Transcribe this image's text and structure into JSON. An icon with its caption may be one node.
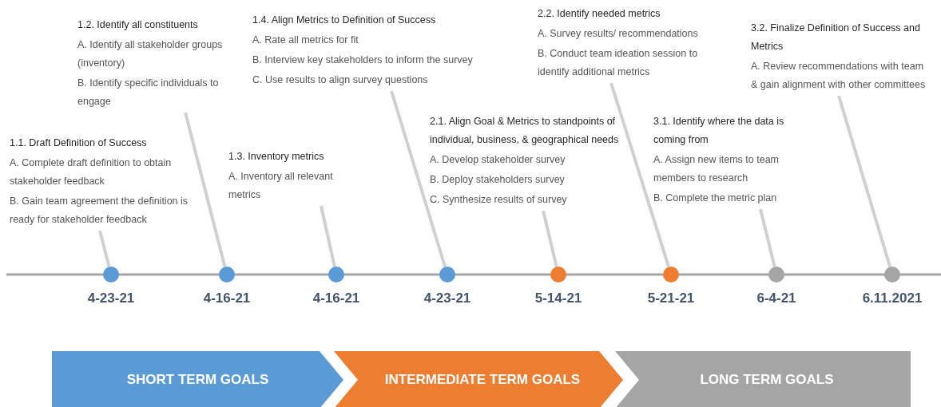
{
  "diagram": {
    "nodes": [
      {
        "text": [
          "1.1. Draft Definition of Success",
          "A. Complete draft definition to obtain stakeholder feedback",
          "B. Gain team agreement the definition is ready for stakeholder feedback"
        ]
      },
      {
        "text": [
          "1.2. Identify all constituents",
          "A. Identify all stakeholder groups (inventory)",
          "B. Identify specific individuals to engage"
        ]
      },
      {
        "text": [
          "1.3. Inventory metrics",
          "A. Inventory all relevant metrics"
        ]
      },
      {
        "text": [
          "1.4. Align Metrics to Definition of Success",
          "A. Rate all metrics for fit",
          "B. Interview key stakeholders to inform the survey",
          "C. Use results to align survey questions"
        ]
      },
      {
        "text": [
          "2.1. Align Goal & Metrics to standpoints of individual, business, & geographical needs",
          "A. Develop stakeholder survey",
          "B. Deploy stakeholders survey",
          "C. Synthesize results of survey"
        ]
      },
      {
        "text": [
          "2.2. Identify needed metrics",
          "A. Survey results/ recommendations",
          "B. Conduct team ideation session to identify additional metrics"
        ]
      },
      {
        "text": [
          "3.1. Identify where the data is coming from",
          "A. Assign new items to team members to research",
          "B. Complete the metric plan"
        ]
      },
      {
        "text": [
          "3.2. Finalize Definition of Success and Metrics",
          "A. Review recommendations with team & gain alignment with other committees"
        ]
      },
      {
        "text": [],
        "shape": "circle",
        "beside": [
          "4-23-21"
        ]
      },
      {
        "text": [],
        "shape": "circle",
        "beside": [
          "4-16-21"
        ]
      },
      {
        "text": [],
        "shape": "circle",
        "beside": [
          "4-16-21"
        ]
      },
      {
        "text": [],
        "shape": "circle",
        "beside": [
          "4-23-21"
        ]
      },
      {
        "text": [],
        "shape": "circle",
        "beside": [
          "5-14-21"
        ]
      },
      {
        "text": [],
        "shape": "circle",
        "beside": [
          "5-21-21"
        ]
      },
      {
        "text": [],
        "shape": "circle",
        "beside": [
          "6-4-21"
        ]
      },
      {
        "text": [],
        "shape": "circle",
        "beside": [
          "6.11.2021"
        ]
      },
      {
        "text": [
          "SHORT TERM GOALS"
        ]
      },
      {
        "text": [
          "INTERMEDIATE TERM GOALS"
        ]
      },
      {
        "text": [
          "LONG TERM GOALS"
        ]
      }
    ],
    "edges": [
      {
        "from": 0,
        "to": 8,
        "arrow": "none"
      },
      {
        "from": 1,
        "to": 9,
        "arrow": "none"
      },
      {
        "from": 2,
        "to": 10,
        "arrow": "none"
      },
      {
        "from": 3,
        "to": 11,
        "arrow": "none"
      },
      {
        "from": 4,
        "to": 12,
        "arrow": "none"
      },
      {
        "from": 5,
        "to": 13,
        "arrow": "none"
      },
      {
        "from": 6,
        "to": 14,
        "arrow": "none"
      },
      {
        "from": 7,
        "to": 15,
        "arrow": "none"
      }
    ]
  }
}
